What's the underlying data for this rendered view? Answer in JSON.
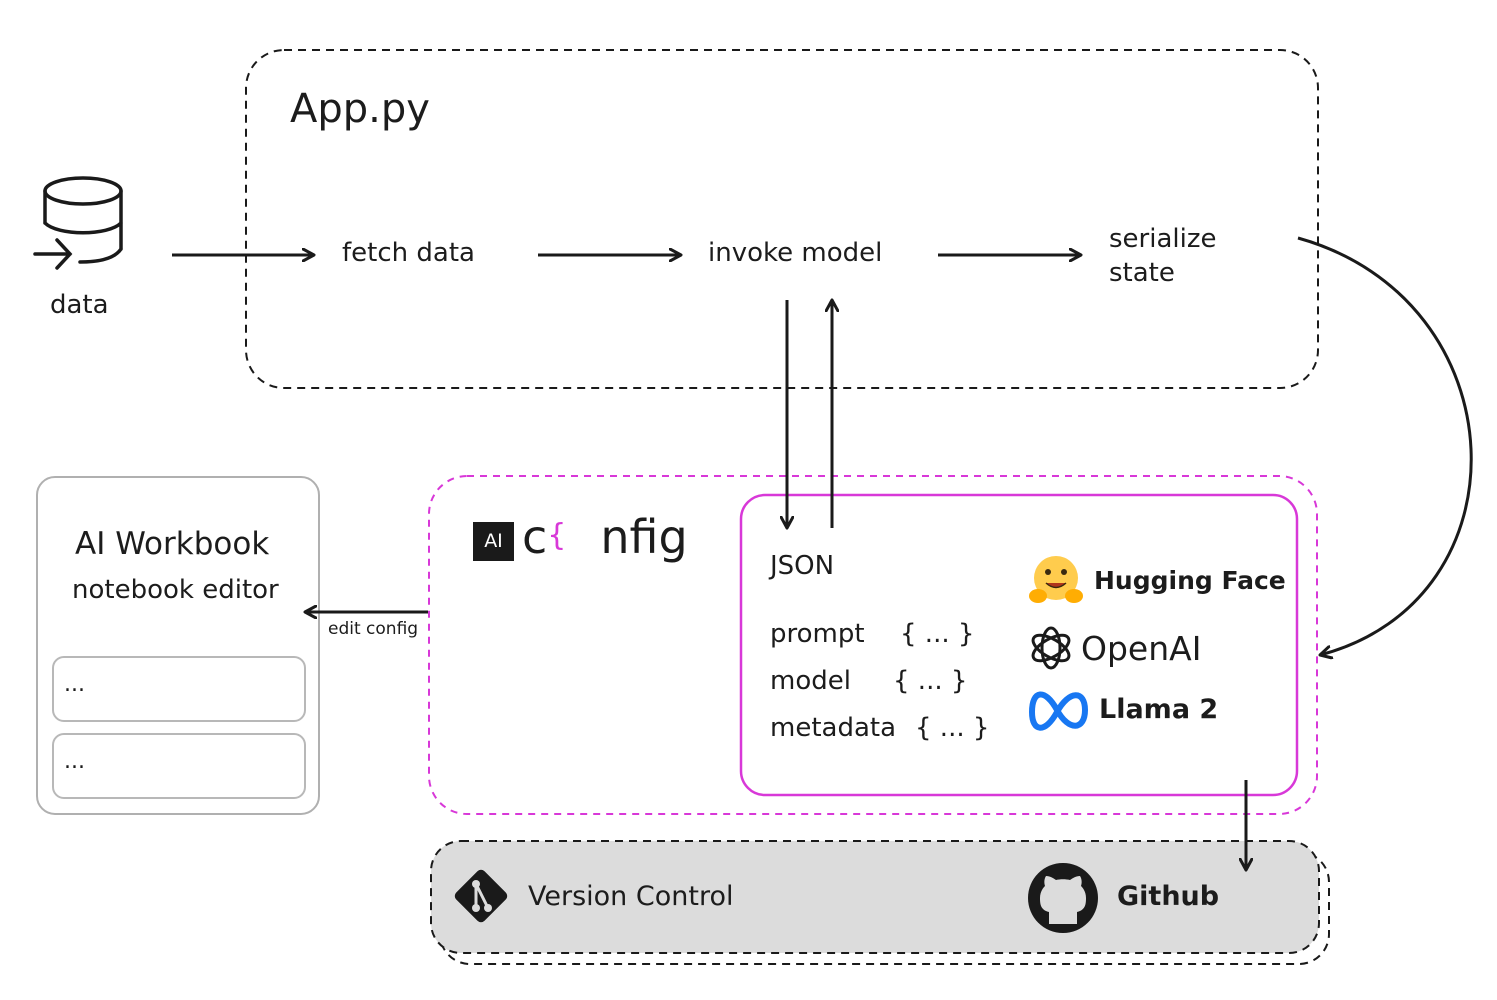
{
  "app": {
    "title": "App.py"
  },
  "data_source": {
    "label": "data",
    "icon": "database-icon"
  },
  "steps": {
    "fetch": "fetch data",
    "invoke": "invoke model",
    "serialize": "serialize state"
  },
  "workbook": {
    "title": "AI Workbook",
    "subtitle": "notebook editor",
    "cells": [
      "...",
      "..."
    ],
    "edit_label": "edit config"
  },
  "aiconfig": {
    "badge": "AI",
    "word_start": "c",
    "brace": "{",
    "word_end": "nfig"
  },
  "json_block": {
    "title": "JSON",
    "fields": [
      {
        "key": "prompt",
        "value": "{ ... }"
      },
      {
        "key": "model",
        "value": "{ ... }"
      },
      {
        "key": "metadata",
        "value": "{ ... }"
      }
    ]
  },
  "providers": [
    {
      "name": "Hugging Face",
      "icon": "hugging-face-icon"
    },
    {
      "name": "OpenAI",
      "icon": "openai-icon"
    },
    {
      "name": "Llama 2",
      "icon": "meta-icon"
    }
  ],
  "version_control": {
    "label": "Version Control",
    "icon": "git-icon",
    "provider": "Github",
    "provider_icon": "github-icon"
  },
  "colors": {
    "magenta": "#d838d8",
    "dark": "#1a1a1a",
    "gray_panel": "#dcdcdc",
    "meta_blue": "#1877f2",
    "hf_yellow": "#ffcc4d"
  }
}
